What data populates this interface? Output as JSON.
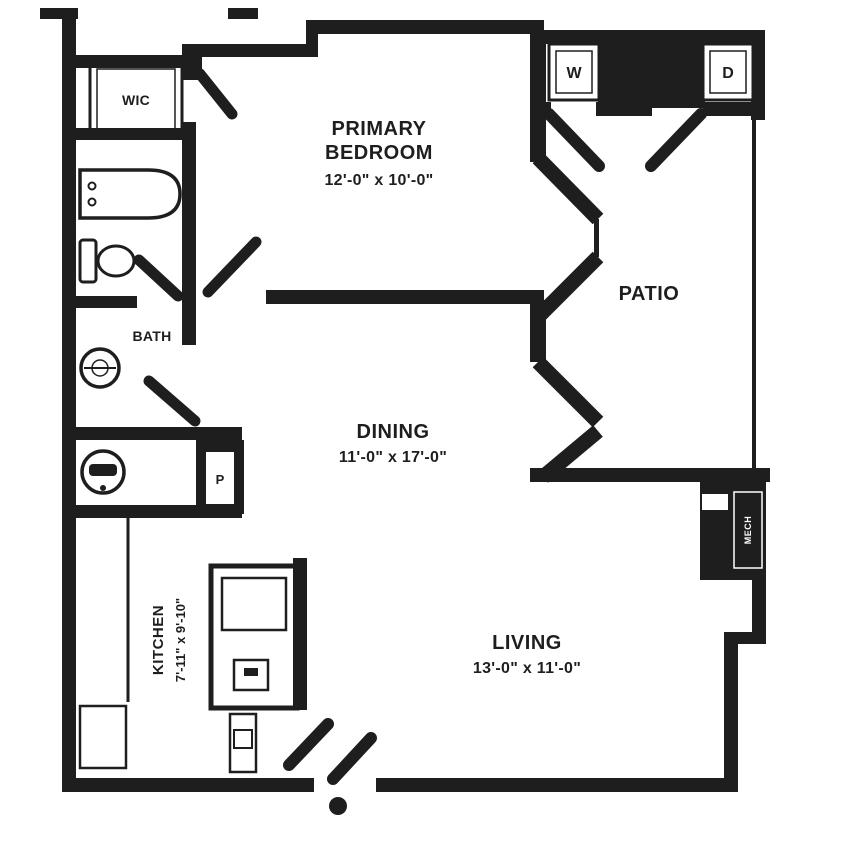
{
  "plan": {
    "type": "apartment-floor-plan",
    "colors": {
      "walls": "#1e1e1e",
      "text": "#1e1e1e",
      "background": "#ffffff"
    },
    "rooms": {
      "wic": {
        "label": "WIC"
      },
      "primary_bedroom": {
        "label_line1": "PRIMARY",
        "label_line2": "BEDROOM",
        "dimensions": "12'-0\" x 10'-0\""
      },
      "patio": {
        "label": "PATIO"
      },
      "bath": {
        "label": "BATH"
      },
      "dining": {
        "label": "DINING",
        "dimensions": "11'-0\" x 17'-0\""
      },
      "kitchen": {
        "label": "KITCHEN",
        "dimensions": "7'-11\" x 9'-10\""
      },
      "living": {
        "label": "LIVING",
        "dimensions": "13'-0\" x 11'-0\""
      },
      "mech": {
        "label": "MECH"
      }
    },
    "appliances": {
      "washer": {
        "label": "W"
      },
      "dryer": {
        "label": "D"
      },
      "pantry": {
        "label": "P"
      }
    }
  }
}
